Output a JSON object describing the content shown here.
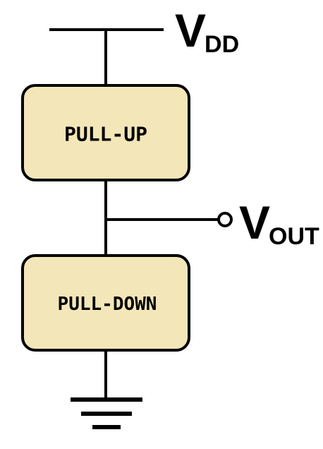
{
  "colors": {
    "block_fill": "#f3e6b8",
    "line": "#000000",
    "background": "#ffffff"
  },
  "supply": {
    "main": "V",
    "sub": "DD"
  },
  "output": {
    "main": "V",
    "sub": "OUT"
  },
  "pull_up": {
    "label": "PULL-UP"
  },
  "pull_down": {
    "label": "PULL-DOWN"
  },
  "ground": {
    "icon": "ground-icon"
  },
  "output_terminal": {
    "icon": "terminal-circle-icon"
  }
}
